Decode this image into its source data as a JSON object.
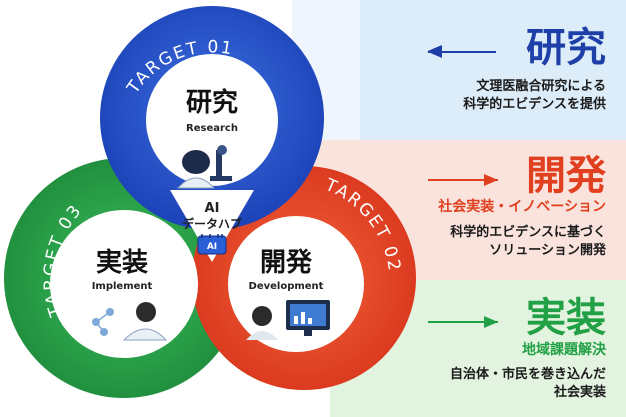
{
  "colors": {
    "blue": "#2a55c9",
    "red": "#e84a2b",
    "green": "#2aa34a",
    "band_blue": "#dcecf9",
    "band_red": "#fbe3dd",
    "band_green": "#e2f3df",
    "navy": "#1f3fa8",
    "red_text": "#e0401f",
    "green_text": "#22a045"
  },
  "rings": {
    "research_label": "TARGET 01",
    "development_label": "TARGET 02",
    "implement_label": "TARGET 03"
  },
  "circles": {
    "research_title": "研究",
    "research_sub": "Research",
    "implement_title": "実装",
    "implement_sub": "Implement",
    "development_title": "開発",
    "development_sub": "Development"
  },
  "hub": {
    "line1": "AI",
    "line2": "データハブ",
    "chip": "AI"
  },
  "panels": {
    "research": {
      "title": "研究",
      "line1": "文理医融合研究による",
      "line2": "科学的エビデンスを提供"
    },
    "development": {
      "title": "開発",
      "subtitle": "社会実装・イノベーション",
      "line1": "科学的エビデンスに基づく",
      "line2": "ソリューション開発"
    },
    "implement": {
      "title": "実装",
      "subtitle": "地域課題解決",
      "line1": "自治体・市民を巻き込んだ",
      "line2": "社会実装"
    }
  }
}
